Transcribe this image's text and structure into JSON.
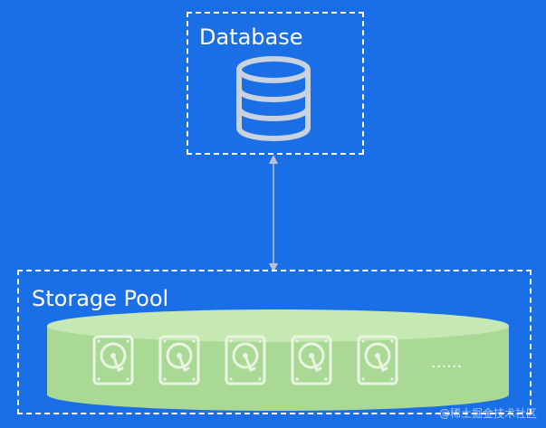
{
  "database": {
    "label": "Database",
    "icon": "database-icon"
  },
  "storage_pool": {
    "label": "Storage Pool",
    "disks": [
      "hard-disk-icon",
      "hard-disk-icon",
      "hard-disk-icon",
      "hard-disk-icon",
      "hard-disk-icon"
    ],
    "more": "......"
  },
  "watermark": "@稀土掘金技术社区",
  "colors": {
    "background": "#1a6fe6",
    "border": "#ffffff",
    "icon": "#c9d3df",
    "pool_fill": "#a9d995",
    "pool_top": "#c6e8b2",
    "arrow": "#b9c4d2"
  }
}
